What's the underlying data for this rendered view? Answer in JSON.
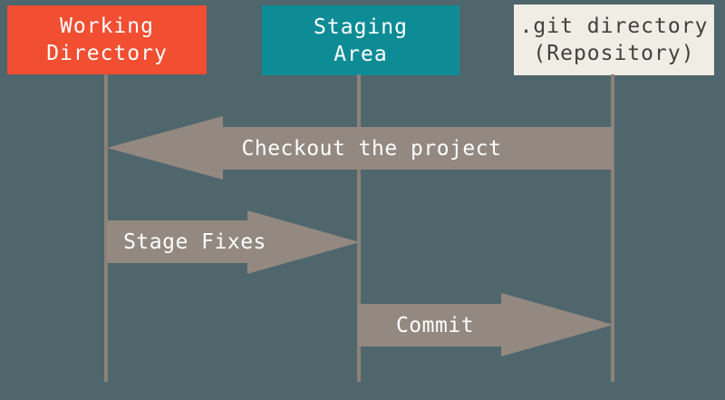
{
  "diagram": {
    "type": "sequence-diagram",
    "columns": [
      {
        "id": "working-directory",
        "line1": "Working",
        "line2": "Directory",
        "color": "#F14E32",
        "text_color": "#FFFFFF"
      },
      {
        "id": "staging-area",
        "line1": "Staging",
        "line2": "Area",
        "color": "#0E8C96",
        "text_color": "#FFFFFF"
      },
      {
        "id": "git-directory",
        "line1": ".git directory",
        "line2": "(Repository)",
        "color": "#F0EDE4",
        "text_color": "#44403B"
      }
    ],
    "arrows": [
      {
        "label": "Checkout the project",
        "from": "git-directory",
        "to": "working-directory",
        "direction": "left"
      },
      {
        "label": "Stage Fixes",
        "from": "working-directory",
        "to": "staging-area",
        "direction": "right"
      },
      {
        "label": "Commit",
        "from": "staging-area",
        "to": "git-directory",
        "direction": "right"
      }
    ],
    "colors": {
      "background": "#4F666D",
      "arrow": "#938980",
      "lifeline": "#8C8278"
    }
  }
}
